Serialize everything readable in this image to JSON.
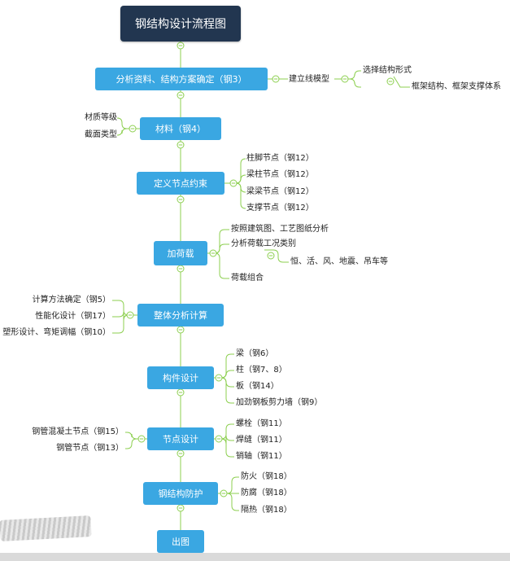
{
  "title": "钢结构设计流程图",
  "steps": [
    {
      "label": "分析资料、结构方案确定（钢3）"
    },
    {
      "label": "材料（钢4）"
    },
    {
      "label": "定义节点约束"
    },
    {
      "label": "加荷载"
    },
    {
      "label": "整体分析计算"
    },
    {
      "label": "构件设计"
    },
    {
      "label": "节点设计"
    },
    {
      "label": "钢结构防护"
    },
    {
      "label": "出图"
    }
  ],
  "branches": {
    "s0": {
      "model": "建立线模型",
      "form": "选择结构形式",
      "form_detail": "框架结构、框架支撑体系"
    },
    "s1": [
      "材质等级",
      "截面类型"
    ],
    "s2": [
      "柱脚节点（钢12）",
      "梁柱节点（钢12）",
      "梁梁节点（钢12）",
      "支撑节点（钢12）"
    ],
    "s3": {
      "a": "按照建筑图、工艺图纸分析",
      "b": "分析荷载工况类别",
      "b_detail": "恒、活、风、地震、吊车等",
      "c": "荷载组合"
    },
    "s4": [
      "计算方法确定（钢5）",
      "性能化设计（钢17）",
      "塑形设计、弯矩调幅（钢10）"
    ],
    "s5": [
      "梁（钢6）",
      "柱（钢7、8）",
      "板（钢14）",
      "加劲钢板剪力墙（钢9）"
    ],
    "s6_right": [
      "螺栓（钢11）",
      "焊缝（钢11）",
      "销轴（钢11）"
    ],
    "s6_left": [
      "钢管混凝土节点（钢15）",
      "钢管节点（钢13）"
    ],
    "s7": [
      "防火（钢18）",
      "防腐（钢18）",
      "隔热（钢18）"
    ]
  },
  "colors": {
    "root": "#223650",
    "node": "#3aa7e2",
    "line": "#8ccf4f",
    "collapse": "#8ccf4f"
  }
}
